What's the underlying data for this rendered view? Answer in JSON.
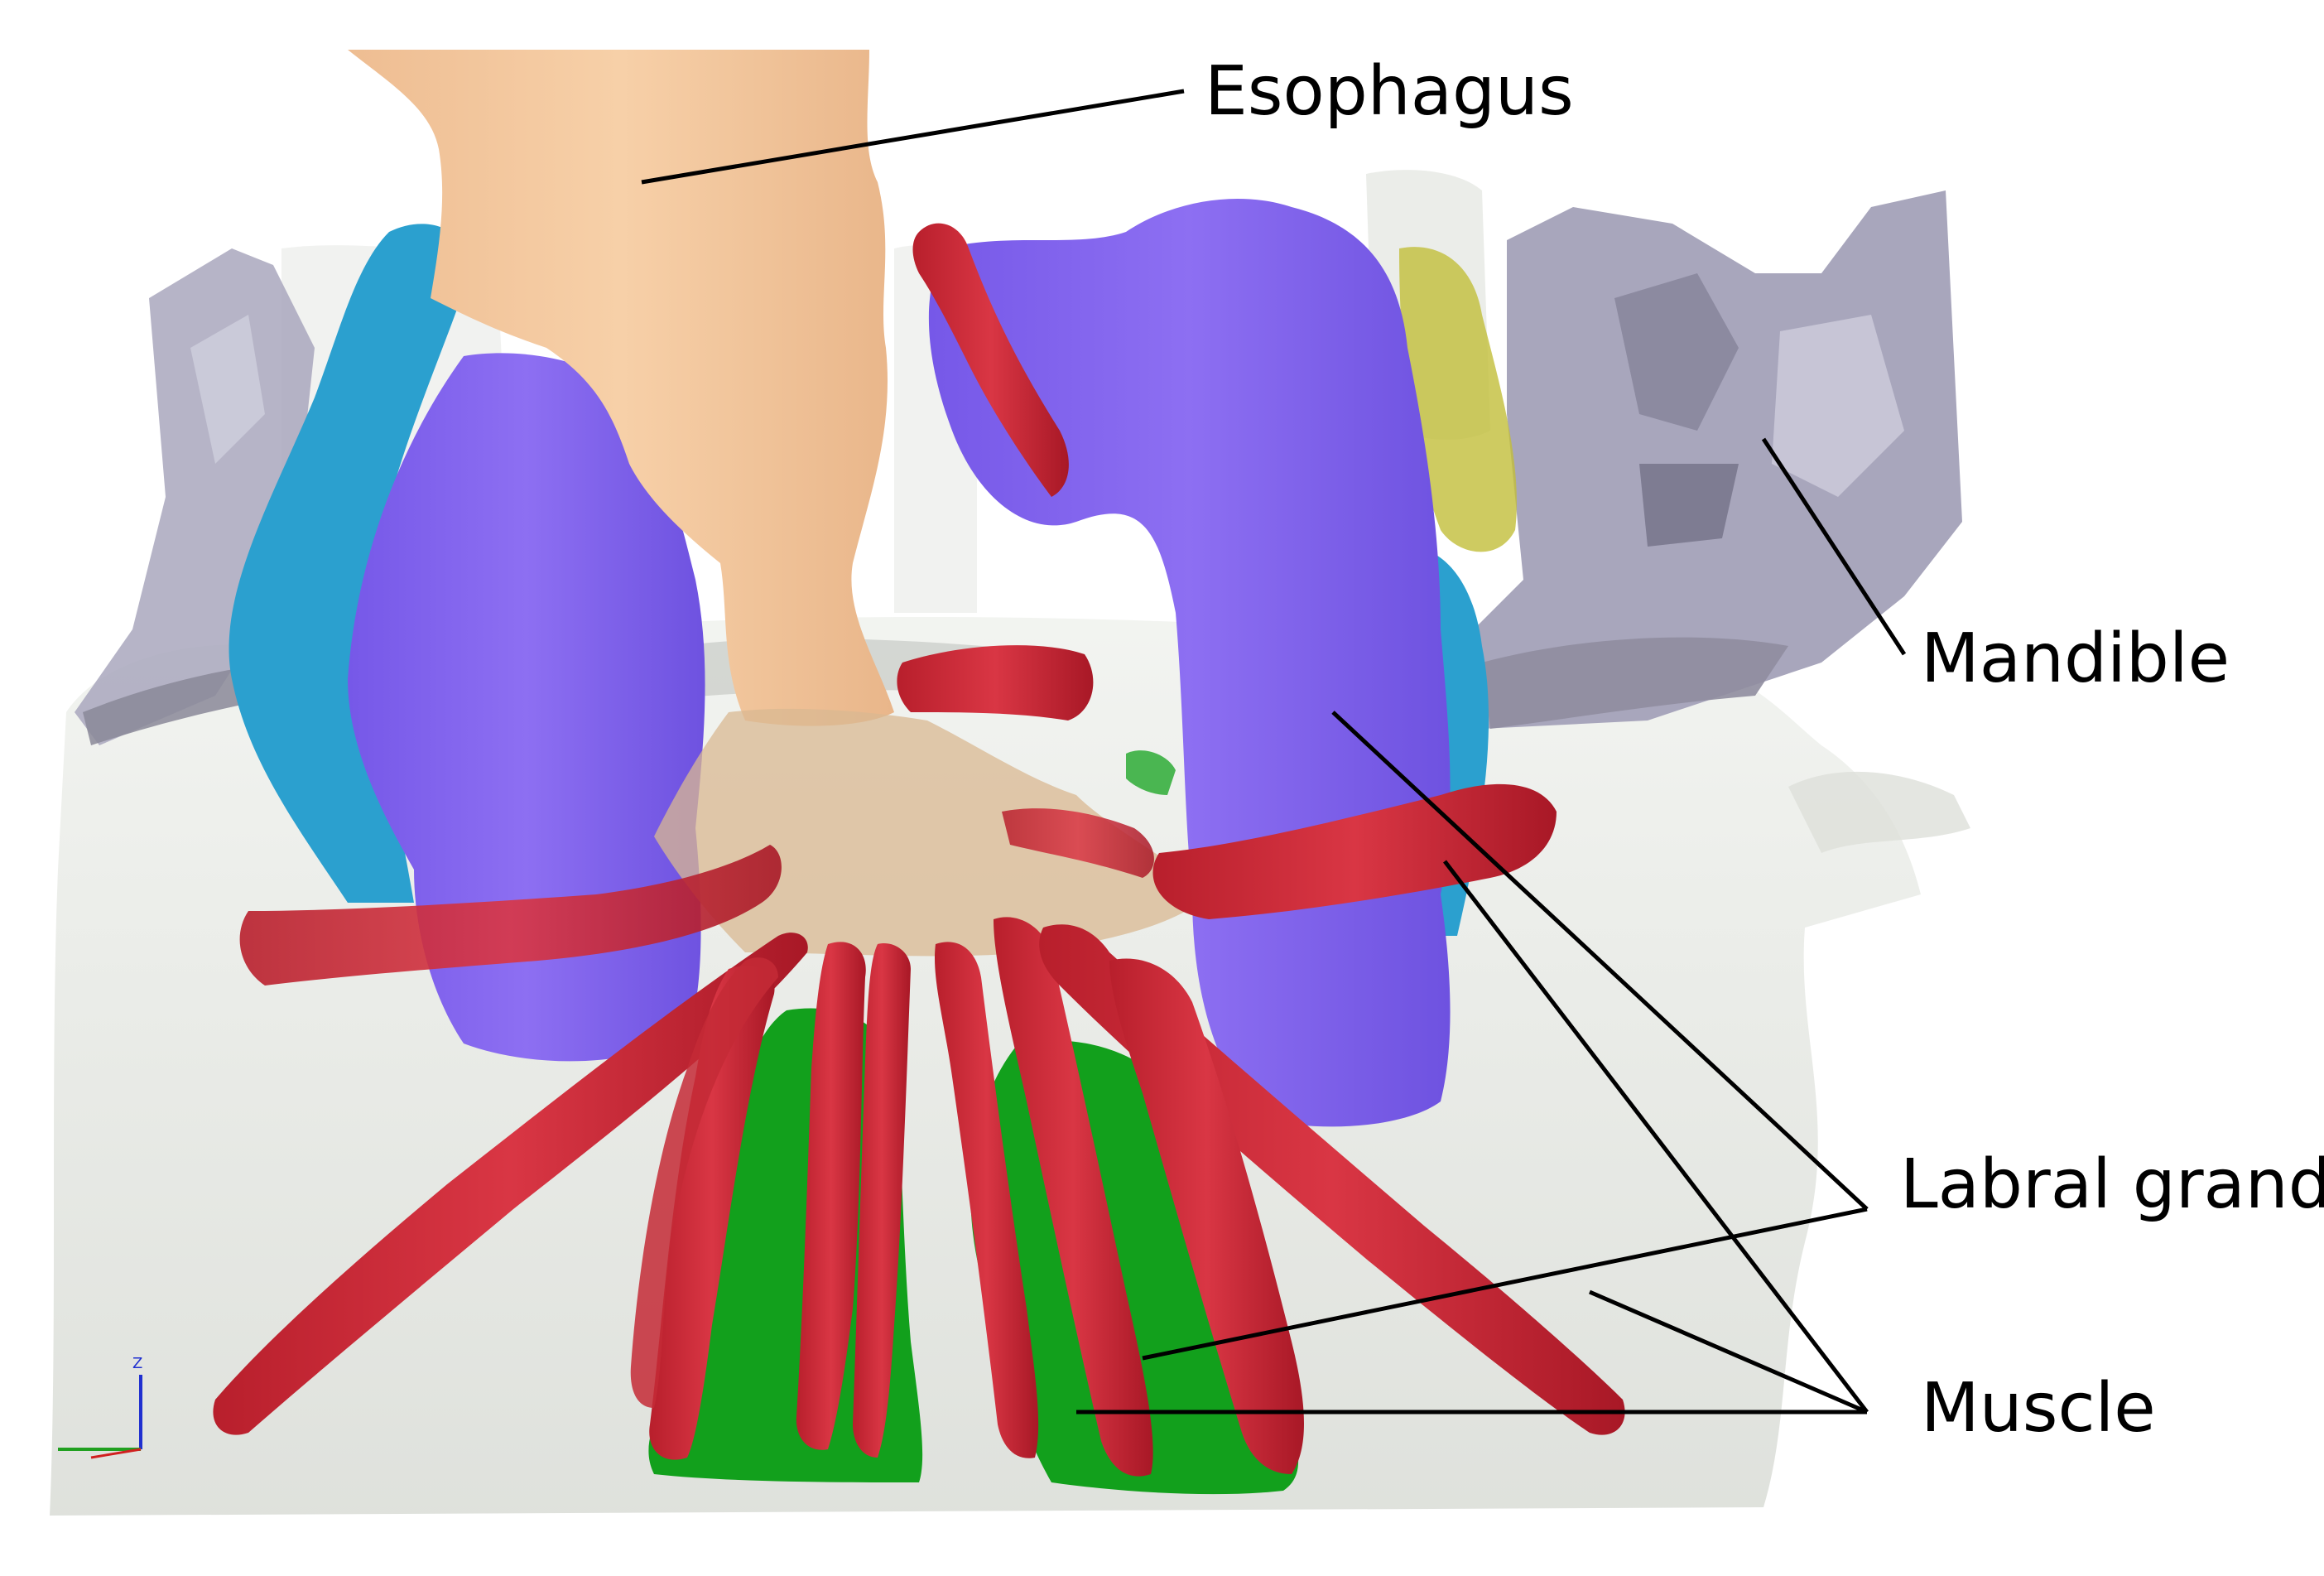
{
  "labels": {
    "esophagus": "Esophagus",
    "mandible": "Mandible",
    "labral_grand": "Labral grand",
    "muscle": "Muscle"
  },
  "axis_triad": {
    "z_label": "Z"
  },
  "colors": {
    "esophagus": "#f5c9a0",
    "thyroid_cartilage": "#8a68f0",
    "hyoid_blue": "#2ba0cf",
    "vessel_red": "#cf2837",
    "muscle_green": "#12a01c",
    "mandible_bone": "#a8a6bc",
    "yellow_gland": "#c2be3a",
    "tissue_gray": "#e3e6e1",
    "leader_line": "#000000"
  }
}
